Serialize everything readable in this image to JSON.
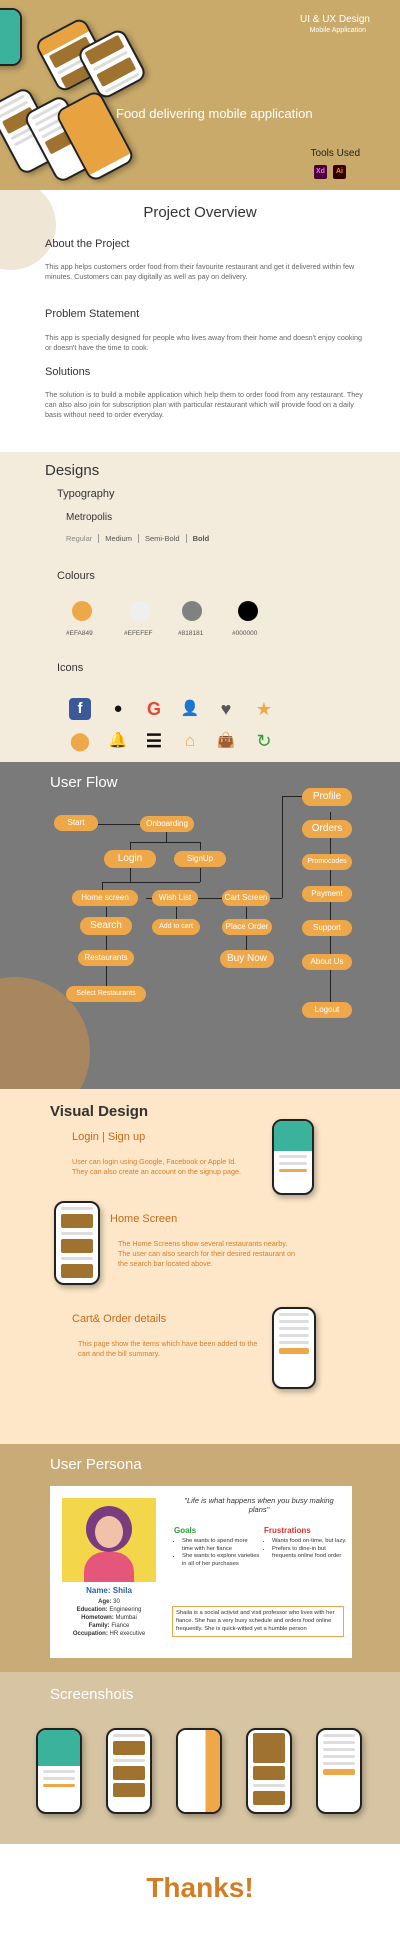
{
  "hero": {
    "tag_line_1": "UI & UX Design",
    "tag_line_2": "Mobile Application",
    "title": "Food delivering mobile application",
    "tools_label": "Tools Used",
    "tools": [
      {
        "name": "Xd",
        "color": "#470137",
        "text_color": "#ff61f6"
      },
      {
        "name": "Ai",
        "color": "#330000",
        "text_color": "#ff9a00"
      }
    ]
  },
  "overview": {
    "title": "Project Overview",
    "about_heading": "About the Project",
    "about_text": "This app helps customers order food from their favourite restaurant and get it delivered within few minutes. Customers can pay digitally as well as pay on delivery.",
    "problem_heading": "Problem Statement",
    "problem_text": "This app is specially designed for people who lives away from their home and doesn't enjoy cooking or doesn't have the time to cook.",
    "solutions_heading": "Solutions",
    "solutions_text": "The solution is to build a mobile application which help them to order food from any restaurant. They can also also join for subscription plan with particular restaurant which will provide food on a daily basis without need to order everyday."
  },
  "designs": {
    "title": "Designs",
    "typography_heading": "Typography",
    "font_name": "Metropolis",
    "weights": [
      "Regular",
      "Medium",
      "Semi-Bold",
      "Bold"
    ],
    "colours_heading": "Colours",
    "colours": [
      {
        "label": "#EFA849",
        "hex": "#EFA849"
      },
      {
        "label": "#EFEFEF",
        "hex": "#EFEFEF"
      },
      {
        "label": "#818181",
        "hex": "#818181"
      },
      {
        "label": "#000000",
        "hex": "#000000"
      }
    ],
    "icons_heading": "Icons",
    "icons": [
      "facebook-icon",
      "apple-icon",
      "google-icon",
      "user-icon",
      "heart-icon",
      "star-icon",
      "location-pin-icon",
      "bell-icon",
      "menu-icon",
      "home-icon",
      "shopping-bag-icon",
      "refresh-timer-icon"
    ]
  },
  "flow": {
    "title": "User Flow",
    "start": "Start",
    "onboarding": "Onboarding",
    "login": "Login",
    "signup": "SignUp",
    "home_screen": "Home screen",
    "wish_list": "Wish List",
    "cart_screen": "Cart Screen",
    "search": "Search",
    "add_to_cart": "Add to cart",
    "place_order": "Place Order",
    "buy_now": "Buy Now",
    "restaurants": "Restaurants",
    "select_restaurants": "Select Restaurants",
    "profile": "Profile",
    "orders": "Orders",
    "promocodes": "Promocodes",
    "payment": "Payment",
    "support": "Support",
    "about_us": "About Us",
    "logout": "Logout"
  },
  "visual": {
    "title": "Visual Design",
    "login_heading": "Login | Sign up",
    "login_text": "User can login using Google, Facebook or Apple Id. They can also create an account on the signup page.",
    "home_heading": "Home Screen",
    "home_text": "The Home Screens show several restaurants nearby. The user can also search for their desired restaurant on the search bar located above.",
    "cart_heading": "Cart& Order details",
    "cart_text": "This page show the items which have been added to the cart and the bill summary."
  },
  "persona": {
    "title": "User Persona",
    "name": "Name: Shila",
    "age_label": "Age:",
    "age": "30",
    "education_label": "Education:",
    "education": "Engineering",
    "hometown_label": "Hometown:",
    "hometown": "Mumbai",
    "family_label": "Family:",
    "family": "Fiance",
    "occupation_label": "Occupation:",
    "occupation": "HR executive",
    "quote": "\"Life is what happens when you busy making plans\"",
    "goals_heading": "Goals",
    "goals": [
      "She wants to spend more time with her fiance",
      "She wants to explore varieties in all of her purchases"
    ],
    "frustrations_heading": "Frustrations",
    "frustrations": [
      "Wants food on-time, but lazy.",
      "Prefers to dine-in but frequents online food order"
    ],
    "bio": "Shaila is a social activist and visit professor who lives with her fiance. She has a very busy schedule and orders food online frequently. She is quick-witted yet a humble person"
  },
  "shots": {
    "title": "Screenshots"
  },
  "thanks": {
    "title": "Thanks!"
  }
}
